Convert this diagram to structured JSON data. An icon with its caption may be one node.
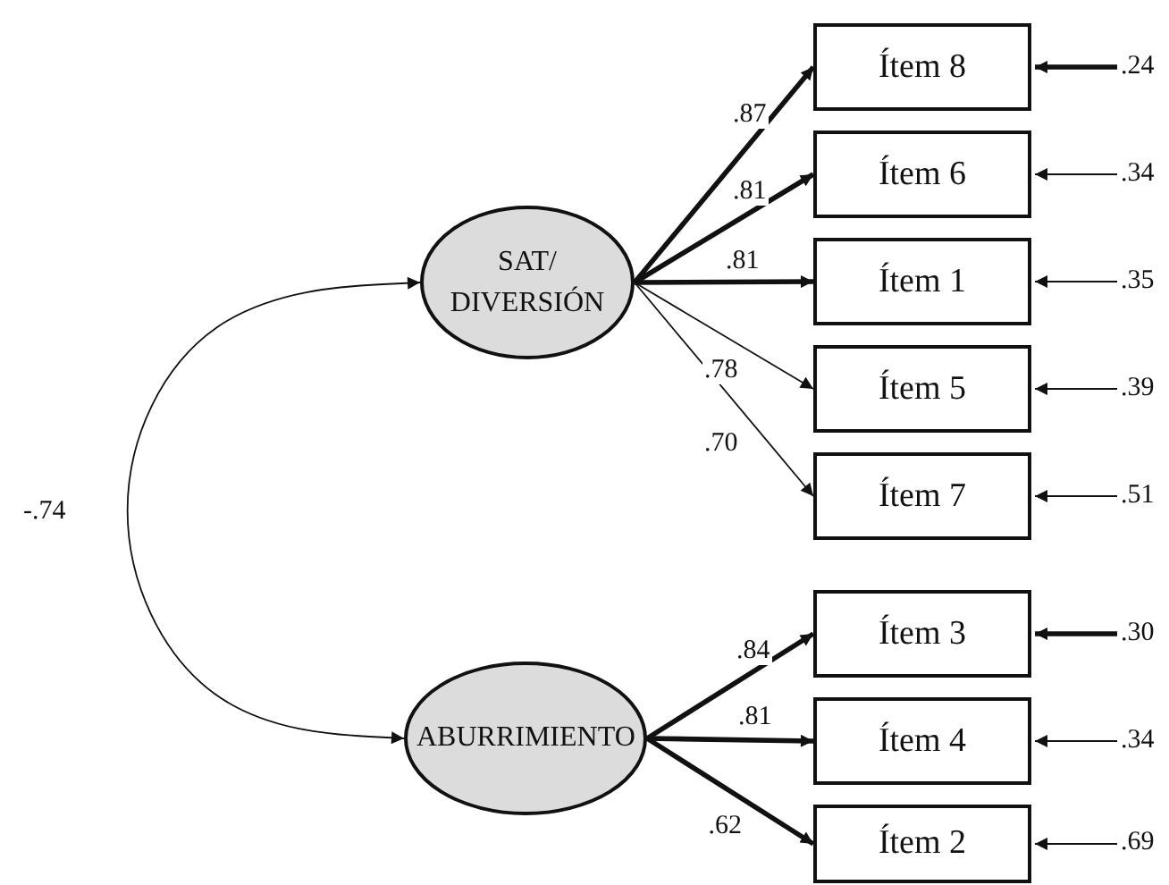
{
  "diagram": {
    "nodes": [
      {
        "text": [
          "SAT/ DIVERSIÓN"
        ]
      },
      {
        "text": [
          "Ítem 8"
        ]
      },
      {
        "text": [
          "Ítem 6"
        ]
      },
      {
        "text": [
          "Ítem 1"
        ]
      },
      {
        "text": [
          "Ítem 5"
        ]
      },
      {
        "text": [
          "Ítem 7"
        ]
      },
      {
        "text": [
          "ABURRIMIENTO"
        ]
      },
      {
        "text": [
          "Ítem 3"
        ]
      },
      {
        "text": [
          "Ítem 4"
        ]
      },
      {
        "text": [
          "Ítem 2"
        ]
      }
    ],
    "edges": [
      {
        "from": 0,
        "to": 1,
        "arrow": "to",
        "label": ".87",
        "style": "thick"
      },
      {
        "from": 0,
        "to": 2,
        "arrow": "to",
        "label": ".81",
        "style": "thick"
      },
      {
        "from": 0,
        "to": 3,
        "arrow": "to",
        "label": ".81",
        "style": "thick"
      },
      {
        "from": 0,
        "to": 4,
        "arrow": "to",
        "label": ".78"
      },
      {
        "from": 0,
        "to": 5,
        "arrow": "to",
        "label": ".70"
      },
      {
        "from": 6,
        "to": 7,
        "arrow": "to",
        "label": ".84",
        "style": "thick"
      },
      {
        "from": 6,
        "to": 8,
        "arrow": "to",
        "label": ".81",
        "style": "thick"
      },
      {
        "from": 6,
        "to": 9,
        "arrow": "to",
        "label": ".62",
        "style": "thick"
      },
      {
        "from": null,
        "to": 1,
        "arrow": "to",
        "label": ".24",
        "style": "thick"
      },
      {
        "from": null,
        "to": 2,
        "arrow": "to",
        "label": ".34"
      },
      {
        "from": null,
        "to": 3,
        "arrow": "to",
        "label": ".35"
      },
      {
        "from": null,
        "to": 4,
        "arrow": "to",
        "label": ".39"
      },
      {
        "from": null,
        "to": 5,
        "arrow": "to",
        "label": ".51"
      },
      {
        "from": null,
        "to": 7,
        "arrow": "to",
        "label": ".30",
        "style": "thick"
      },
      {
        "from": null,
        "to": 8,
        "arrow": "to",
        "label": ".34"
      },
      {
        "from": null,
        "to": 9,
        "arrow": "to",
        "label": ".69"
      },
      {
        "from": 0,
        "to": 6,
        "arrow": "both",
        "label": "-.74"
      }
    ]
  }
}
